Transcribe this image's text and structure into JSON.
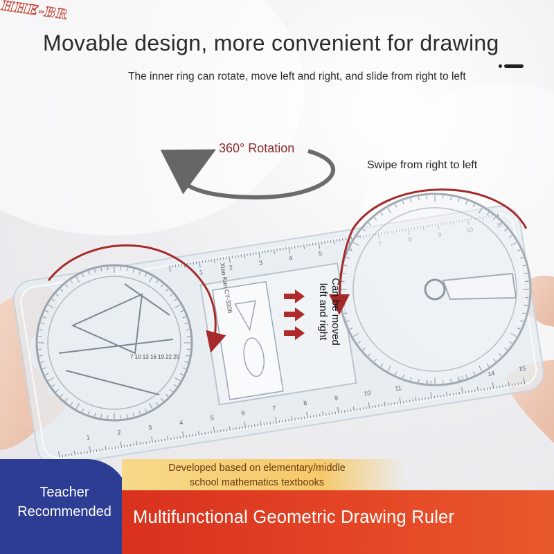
{
  "watermark": "HHE-BR",
  "headline": "Movable design, more convenient for drawing",
  "subline": "The inner ring can rotate, move left and right, and slide from right to left",
  "rotation_label": "360° Rotation",
  "swipe_label": "Swipe from right to left",
  "moved_label": {
    "line1": "Can be moved",
    "line2": "left and right"
  },
  "ruler": {
    "model": "Xiao Kan CY-3306",
    "circle_sizes": "7 10 13 16 19 22 25",
    "scale_top": [
      "1",
      "2",
      "3",
      "4",
      "5",
      "6",
      "7",
      "8",
      "9",
      "10",
      "11"
    ],
    "scale_bottom": [
      "1",
      "2",
      "3",
      "4",
      "5",
      "6",
      "7",
      "8",
      "9",
      "10",
      "11",
      "12",
      "13",
      "14",
      "15"
    ]
  },
  "badge": {
    "line1": "Teacher",
    "line2": "Recommended"
  },
  "description": {
    "line1": "Developed based on elementary/middle",
    "line2": "school mathematics textbooks"
  },
  "product_title": "Multifunctional Geometric Drawing Ruler",
  "colors": {
    "accent_red": "#a52a2a",
    "badge_blue": "#2d3d93",
    "banner_red": "#d9311e",
    "banner_gold": "#f6c96a"
  }
}
